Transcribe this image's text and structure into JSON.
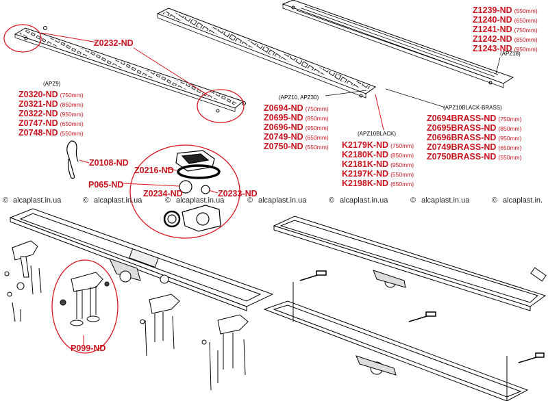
{
  "watermark": {
    "text": "alcaplast.in.ua",
    "symbol": "©",
    "items": [
      "alcaplast.in.ua",
      "alcaplast.in.ua",
      "alcaplast.in.ua",
      "alcaplast.in.ua",
      "alcaplast.in.ua",
      "alcaplast.in.ua",
      "alcaplast.in."
    ]
  },
  "colors": {
    "label_red": "#c8141e",
    "line": "#000000",
    "highlight_circle": "#d9141e"
  },
  "parts": {
    "z0232": "Z0232-ND",
    "z0108": "Z0108-ND",
    "p065": "P065-ND",
    "z0216": "Z0216-ND",
    "z0234": "Z0234-ND",
    "z0233": "Z0233-ND",
    "p099": "P099-ND"
  },
  "groups": {
    "apz9": {
      "title": "(APZ9)",
      "rows": [
        {
          "code": "Z0320-ND",
          "size": "(750mm)"
        },
        {
          "code": "Z0321-ND",
          "size": "(850mm)"
        },
        {
          "code": "Z0322-ND",
          "size": "(950mm)"
        },
        {
          "code": "Z0747-ND",
          "size": "(650mm)"
        },
        {
          "code": "Z0748-ND",
          "size": "(550mm)"
        }
      ]
    },
    "apz10_30": {
      "title": "(APZ10, APZ30)",
      "rows": [
        {
          "code": "Z0694-ND",
          "size": "(750mm)"
        },
        {
          "code": "Z0695-ND",
          "size": "(850mm)"
        },
        {
          "code": "Z0696-ND",
          "size": "(950mm)"
        },
        {
          "code": "Z0749-ND",
          "size": "(650mm)"
        },
        {
          "code": "Z0750-ND",
          "size": "(550mm)"
        }
      ]
    },
    "apz18": {
      "title": "(APZ18)",
      "rows": [
        {
          "code": "Z1239-ND",
          "size": "(550mm)"
        },
        {
          "code": "Z1240-ND",
          "size": "(650mm)"
        },
        {
          "code": "Z1241-ND",
          "size": "(750mm)"
        },
        {
          "code": "Z1242-ND",
          "size": "(850mm)"
        },
        {
          "code": "Z1243-ND",
          "size": "(950mm)"
        }
      ]
    },
    "apz10black": {
      "title": "(APZ10BLACK)",
      "rows": [
        {
          "code": "K2179K-ND",
          "size": "(750mm)"
        },
        {
          "code": "K2180K-ND",
          "size": "(850mm)"
        },
        {
          "code": "K2181K-ND",
          "size": "(950mm)"
        },
        {
          "code": "K2197K-ND",
          "size": "(550mm)"
        },
        {
          "code": "K2198K-ND",
          "size": "(650mm)"
        }
      ]
    },
    "apz10brass": {
      "title": "(APZ10BLACK-BRASS)",
      "rows": [
        {
          "code": "Z0694BRASS-ND",
          "size": "(750mm)"
        },
        {
          "code": "Z0695BRASS-ND",
          "size": "(850mm)"
        },
        {
          "code": "Z0696BRASS-ND",
          "size": "(950mm)"
        },
        {
          "code": "Z0749BRASS-ND",
          "size": "(650mm)"
        },
        {
          "code": "Z0750BRASS-ND",
          "size": "(550mm)"
        }
      ]
    }
  }
}
